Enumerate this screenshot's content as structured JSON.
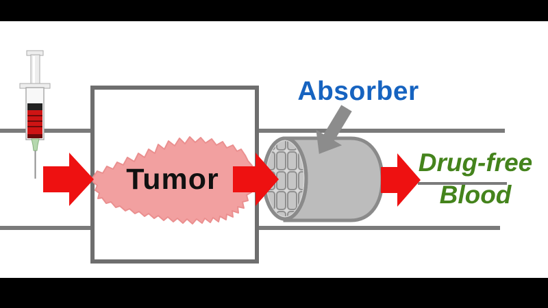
{
  "diagram": {
    "title_hint": "Blood flow: syringe injection through tumor, absorber removes drug",
    "labels": {
      "absorber": "Absorber",
      "tumor": "Tumor",
      "drug_free_line1": "Drug-free",
      "drug_free_line2": "Blood"
    },
    "icons": [
      "syringe-icon",
      "flow-arrow-icon",
      "tumor-blob",
      "absorber-cylinder-icon",
      "pointer-arrow-icon",
      "blood-vessel-line"
    ],
    "colors": {
      "letterbox": "#000000",
      "background": "#ffffff",
      "tube_gray": "#7a7a7a",
      "box_border": "#6e6e6e",
      "blob_fill": "#f2a0a0",
      "blob_stroke": "#ea8f8f",
      "arrow_red": "#ee1111",
      "cylinder_fill": "#bcbcbc",
      "cylinder_stroke": "#8a8a8a",
      "cylinder_face_fill": "#d8d8d8",
      "cell_fill": "#c6c6c6",
      "cell_stroke": "#8f8f8f",
      "pointer_gray": "#8c8c8c",
      "absorber_blue": "#1663c0",
      "drugfree_green": "#44831c",
      "tumor_text": "#111111",
      "syringe_red": "#ce1414",
      "syringe_dark_red": "#6b0a0a",
      "syringe_seal": "#222222",
      "syringe_body_gray": "#ededed",
      "syringe_outline": "#aaaaaa",
      "syringe_hub_green": "#b5d8ae",
      "needle_gray": "#8f8f8f"
    }
  }
}
